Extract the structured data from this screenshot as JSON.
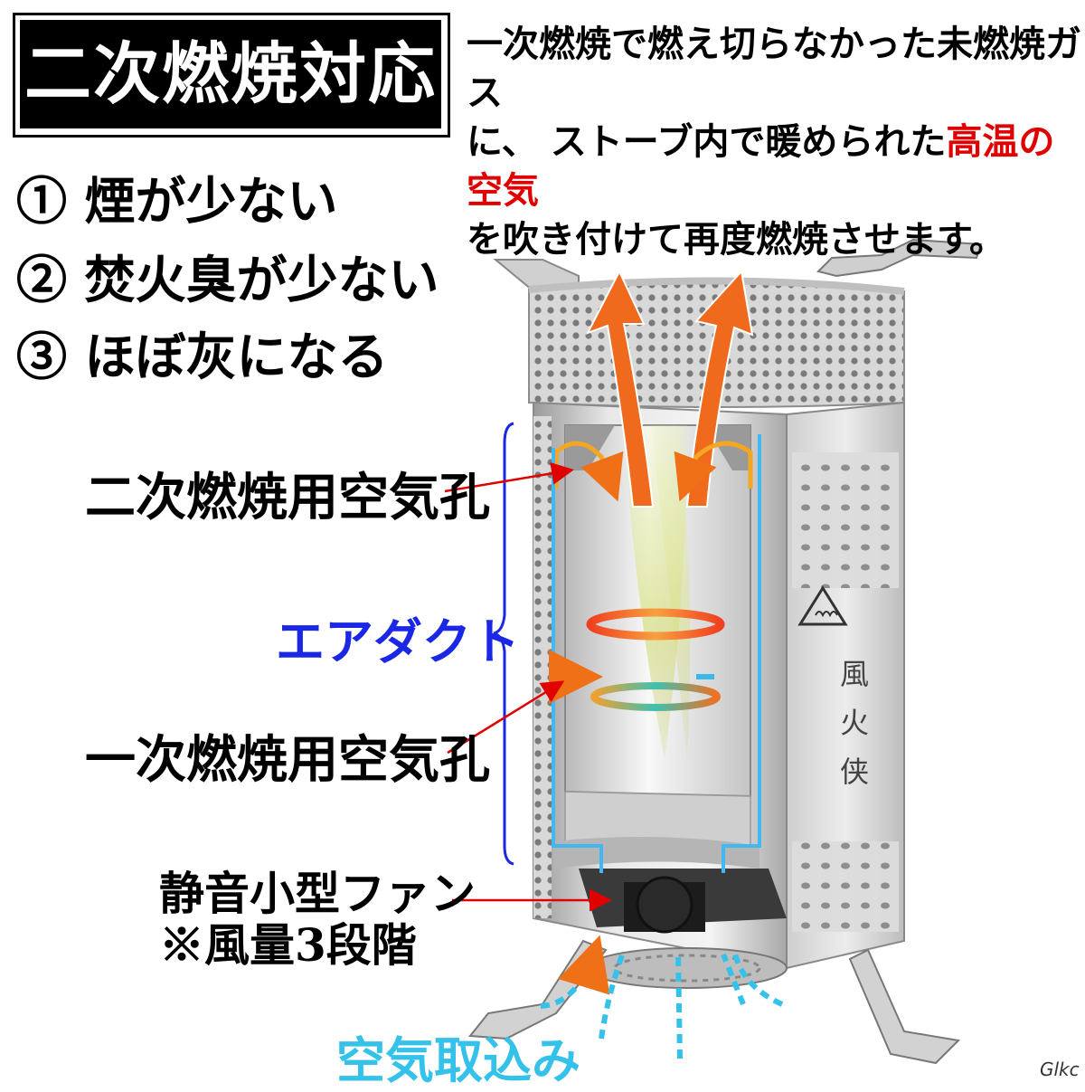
{
  "title_badge": "二次燃焼対応",
  "description": {
    "line1": "一次燃焼で燃え切らなかった未燃焼ガス",
    "line2_pre": "に、 ストーブ内で暖められた",
    "line2_highlight": "高温の空気",
    "line3": "を吹き付けて再度燃焼させます。",
    "highlight_color": "#e00000"
  },
  "benefits": [
    "① 煙が少ない",
    "② 焚火臭が少ない",
    "③ ほぼ灰になる"
  ],
  "callouts": {
    "secondary_air": "二次燃焼用空気孔",
    "air_duct": "エアダクト",
    "primary_air": "一次燃焼用空気孔",
    "fan_line1": "静音小型ファン",
    "fan_line2": "※風量3段階",
    "air_intake": "空気取込み"
  },
  "stove_side_label": "風火侠",
  "watermark": "Glkc",
  "colors": {
    "duct_blue": "#1a28e6",
    "intake_cyan": "#35c2ea",
    "flame_orange": "#f06a1e",
    "arrow_red": "#e00000"
  }
}
